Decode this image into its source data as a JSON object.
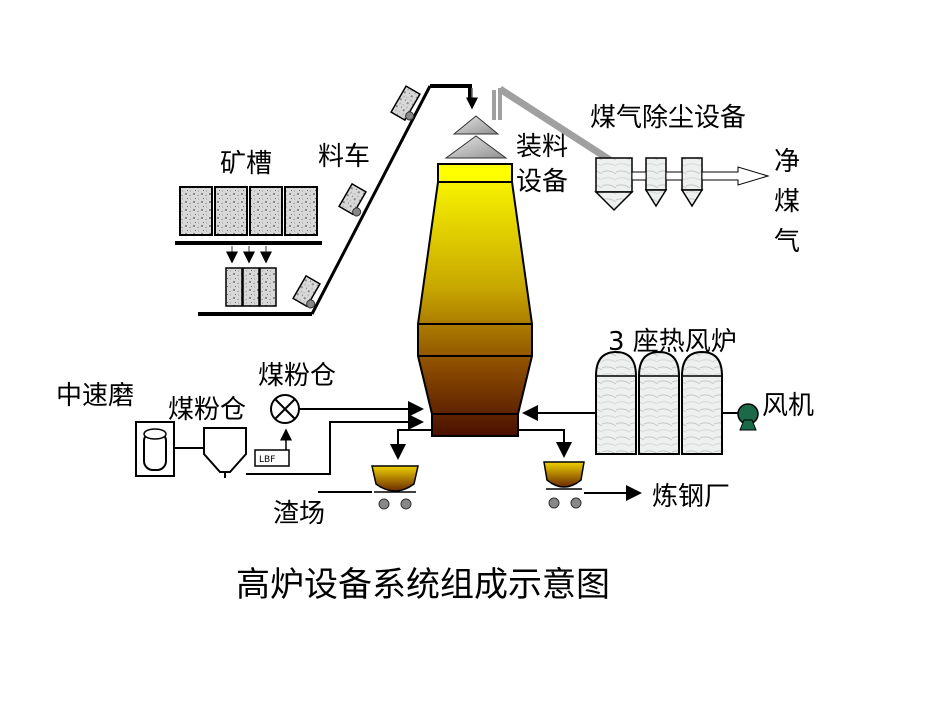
{
  "labels": {
    "ore_bins": "矿槽",
    "skip_car": "料车",
    "charging_equipment_line1": "装料",
    "charging_equipment_line2": "设备",
    "gas_cleaning": "煤气除尘设备",
    "clean_gas_1": "净",
    "clean_gas_2": "煤",
    "clean_gas_3": "气",
    "hot_blast_stoves": "3 座热风炉",
    "blower": "风机",
    "coal_powder_bin_upper": "煤粉仓",
    "coal_powder_bin_lower": "煤粉仓",
    "medium_speed_mill": "中速磨",
    "slag_yard": "渣场",
    "steel_plant": "炼钢厂",
    "small_box": "LBF"
  },
  "title": "高炉设备系统组成示意图",
  "colors": {
    "furnace_top": "#ffff00",
    "furnace_mid": "#c8a000",
    "furnace_bottom": "#5a1a00",
    "gray_pipe": "#a0a0a0"
  }
}
